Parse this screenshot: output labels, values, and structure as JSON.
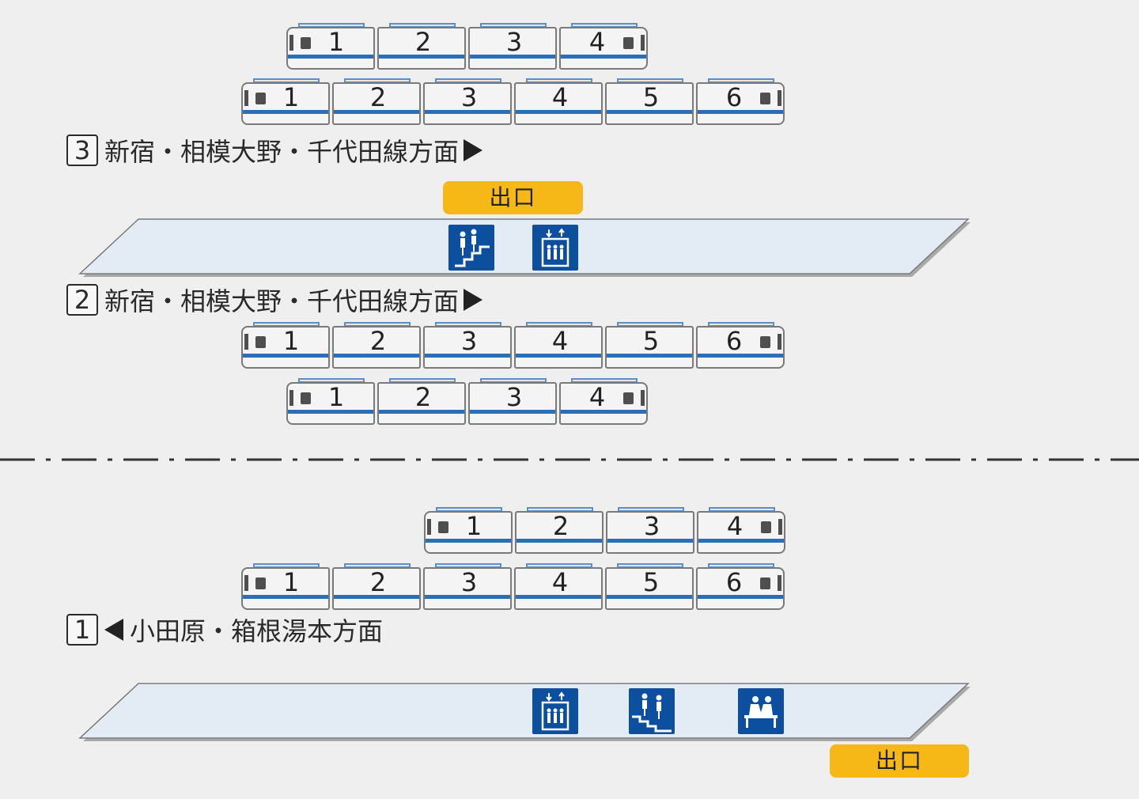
{
  "tracks": [
    {
      "number": "3",
      "direction": "新宿・相模大野・千代田線方面"
    },
    {
      "number": "2",
      "direction": "新宿・相模大野・千代田線方面"
    },
    {
      "number": "1",
      "direction": "小田原・箱根湯本方面"
    }
  ],
  "exits": {
    "upper": "出口",
    "lower": "出口"
  },
  "cars": {
    "four": [
      "1",
      "2",
      "3",
      "4"
    ],
    "six": [
      "1",
      "2",
      "3",
      "4",
      "5",
      "6"
    ]
  },
  "facilities": {
    "upper": [
      "stairs-icon",
      "elevator-icon"
    ],
    "lower": [
      "elevator-icon",
      "stairs-icon",
      "waiting-room-icon"
    ]
  },
  "colors": {
    "stripe": "#2b6fb8",
    "exit": "#f5b816",
    "facility": "#0b4f9e",
    "platform": "#e3ebf5"
  }
}
